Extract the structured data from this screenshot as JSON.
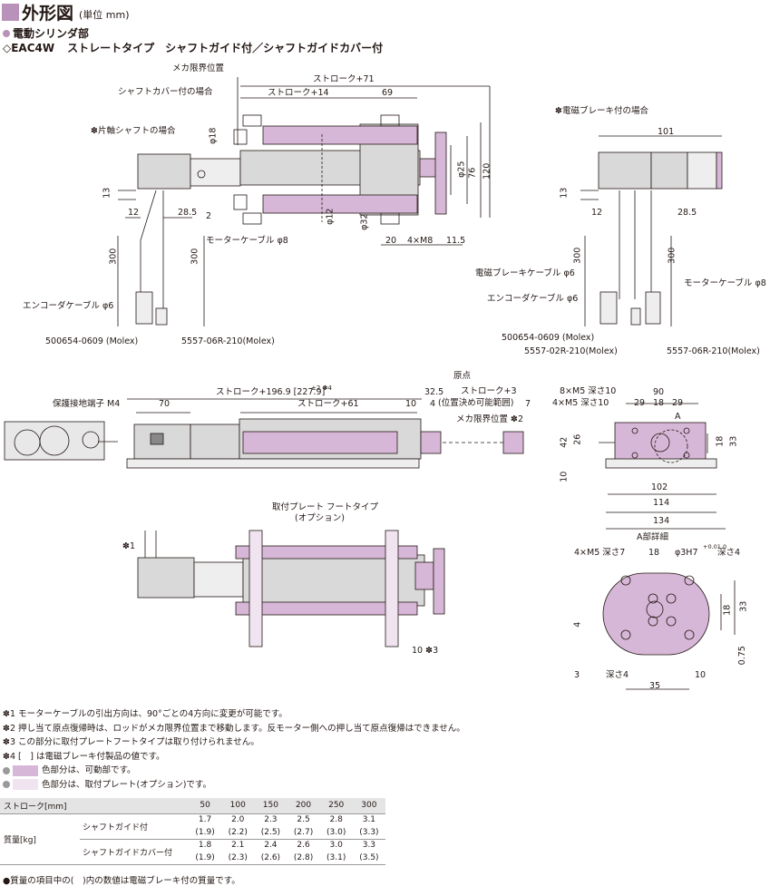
{
  "header": {
    "title": "外形図",
    "unit": "(単位 mm)"
  },
  "section": {
    "category": "電動シリンダ部",
    "model": "◇EAC4W",
    "desc": "ストレートタイプ　シャフトガイド付／シャフトガイドカバー付"
  },
  "labels": {
    "meka": "メカ限界位置",
    "cover_case": "シャフトカバー付の場合",
    "stroke71": "ストローク+71",
    "stroke14": "ストローク+14",
    "d69": "69",
    "single_shaft": "✽片軸シャフトの場合",
    "brake_case": "✽電磁ブレーキ付の場合",
    "d101": "101",
    "phi18": "φ18",
    "phi25": "φ25",
    "d76": "76",
    "d120": "120",
    "d13a": "13",
    "d12a": "12",
    "d285a": "28.5",
    "d2": "2",
    "phi12": "φ12",
    "phi32": "φ32",
    "d20": "20",
    "m8": "4×M8",
    "d115": "11.5",
    "motor_cable": "モーターケーブル φ8",
    "d300a": "300",
    "d300b": "300",
    "encoder_cable": "エンコーダケーブル φ6",
    "molex1": "500654-0609 (Molex)",
    "molex2": "5557-06R-210(Molex)",
    "d13b": "13",
    "d12b": "12",
    "d285b": "28.5",
    "d300c": "300",
    "d300d": "300",
    "brake_cable": "電磁ブレーキケーブル φ6",
    "motor_cable2": "モーターケーブル φ8",
    "encoder_cable2": "エンコーダケーブル φ6",
    "molex3": "500654-0609 (Molex)",
    "molex4": "5557-02R-210(Molex)",
    "molex5": "5557-06R-210(Molex)",
    "genten": "原点",
    "stroke1969": "ストローク+196.9 [227.9]",
    "pm2": "±2 ✽4",
    "d325": "32.5",
    "stroke3": "ストローク+3",
    "positioning": "(位置決め可能範囲)",
    "earth": "保護接地端子 M4",
    "d70": "70",
    "stroke61": "ストローク+61",
    "d10a": "10",
    "d4": "4",
    "d7": "7",
    "meka2": "メカ限界位置 ✽2",
    "m5_10": "8×M5 深さ10",
    "m5_10b": "4×M5 深さ10",
    "d90": "90",
    "d29a": "29",
    "d18a": "18",
    "d29b": "29",
    "a_mark": "A",
    "d42": "42",
    "d26": "26",
    "d18b": "18",
    "d33a": "33",
    "d10b": "10",
    "d102": "102",
    "d114": "114",
    "d134": "134",
    "foot_plate": "取付プレート フートタイプ",
    "option": "(オプション)",
    "star1": "✽1",
    "d10c": "10 ✽3",
    "a_detail": "A部詳細",
    "m5_7": "4×M5 深さ7",
    "d18c": "18",
    "phi3h7": "φ3H7",
    "tol": "+0.01 0",
    "depth4": "深さ4",
    "d33b": "33",
    "d18d": "18",
    "d4b": "4",
    "d075": "0.75",
    "d3": "3",
    "depth4b": "深さ4",
    "d10d": "10",
    "d35": "35"
  },
  "notes": [
    "✽1 モーターケーブルの引出方向は、90°ごとの4方向に変更が可能です。",
    "✽2 押し当て原点復帰時は、ロッドがメカ限界位置まで移動します。反モーター側への押し当て原点復帰はできません。",
    "✽3 この部分に取付プレートフートタイプは取り付けられません。",
    "✽4 [　] は電磁ブレーキ付製品の値です。",
    "色部分は、可動部です。",
    "色部分は、取付プレート(オプション)です。"
  ],
  "colors": {
    "accent": "#b992b9",
    "moving": "#d7b7d7",
    "plate": "#f0e4f0",
    "body": "#d9d9d9",
    "line": "#231815",
    "gray": "#9a9a9a"
  },
  "table": {
    "header": [
      "ストローク[mm]",
      "50",
      "100",
      "150",
      "200",
      "250",
      "300"
    ],
    "group": "質量[kg]",
    "rows": [
      {
        "label": "シャフトガイド付",
        "values": [
          "1.7",
          "2.0",
          "2.3",
          "2.5",
          "2.8",
          "3.1"
        ],
        "sub": [
          "(1.9)",
          "(2.2)",
          "(2.5)",
          "(2.7)",
          "(3.0)",
          "(3.3)"
        ]
      },
      {
        "label": "シャフトガイドカバー付",
        "values": [
          "1.8",
          "2.1",
          "2.4",
          "2.6",
          "3.0",
          "3.3"
        ],
        "sub": [
          "(1.9)",
          "(2.3)",
          "(2.6)",
          "(2.8)",
          "(3.1)",
          "(3.5)"
        ]
      }
    ]
  },
  "footnote": "●質量の項目中の(　)内の数値は電磁ブレーキ付の質量です。"
}
